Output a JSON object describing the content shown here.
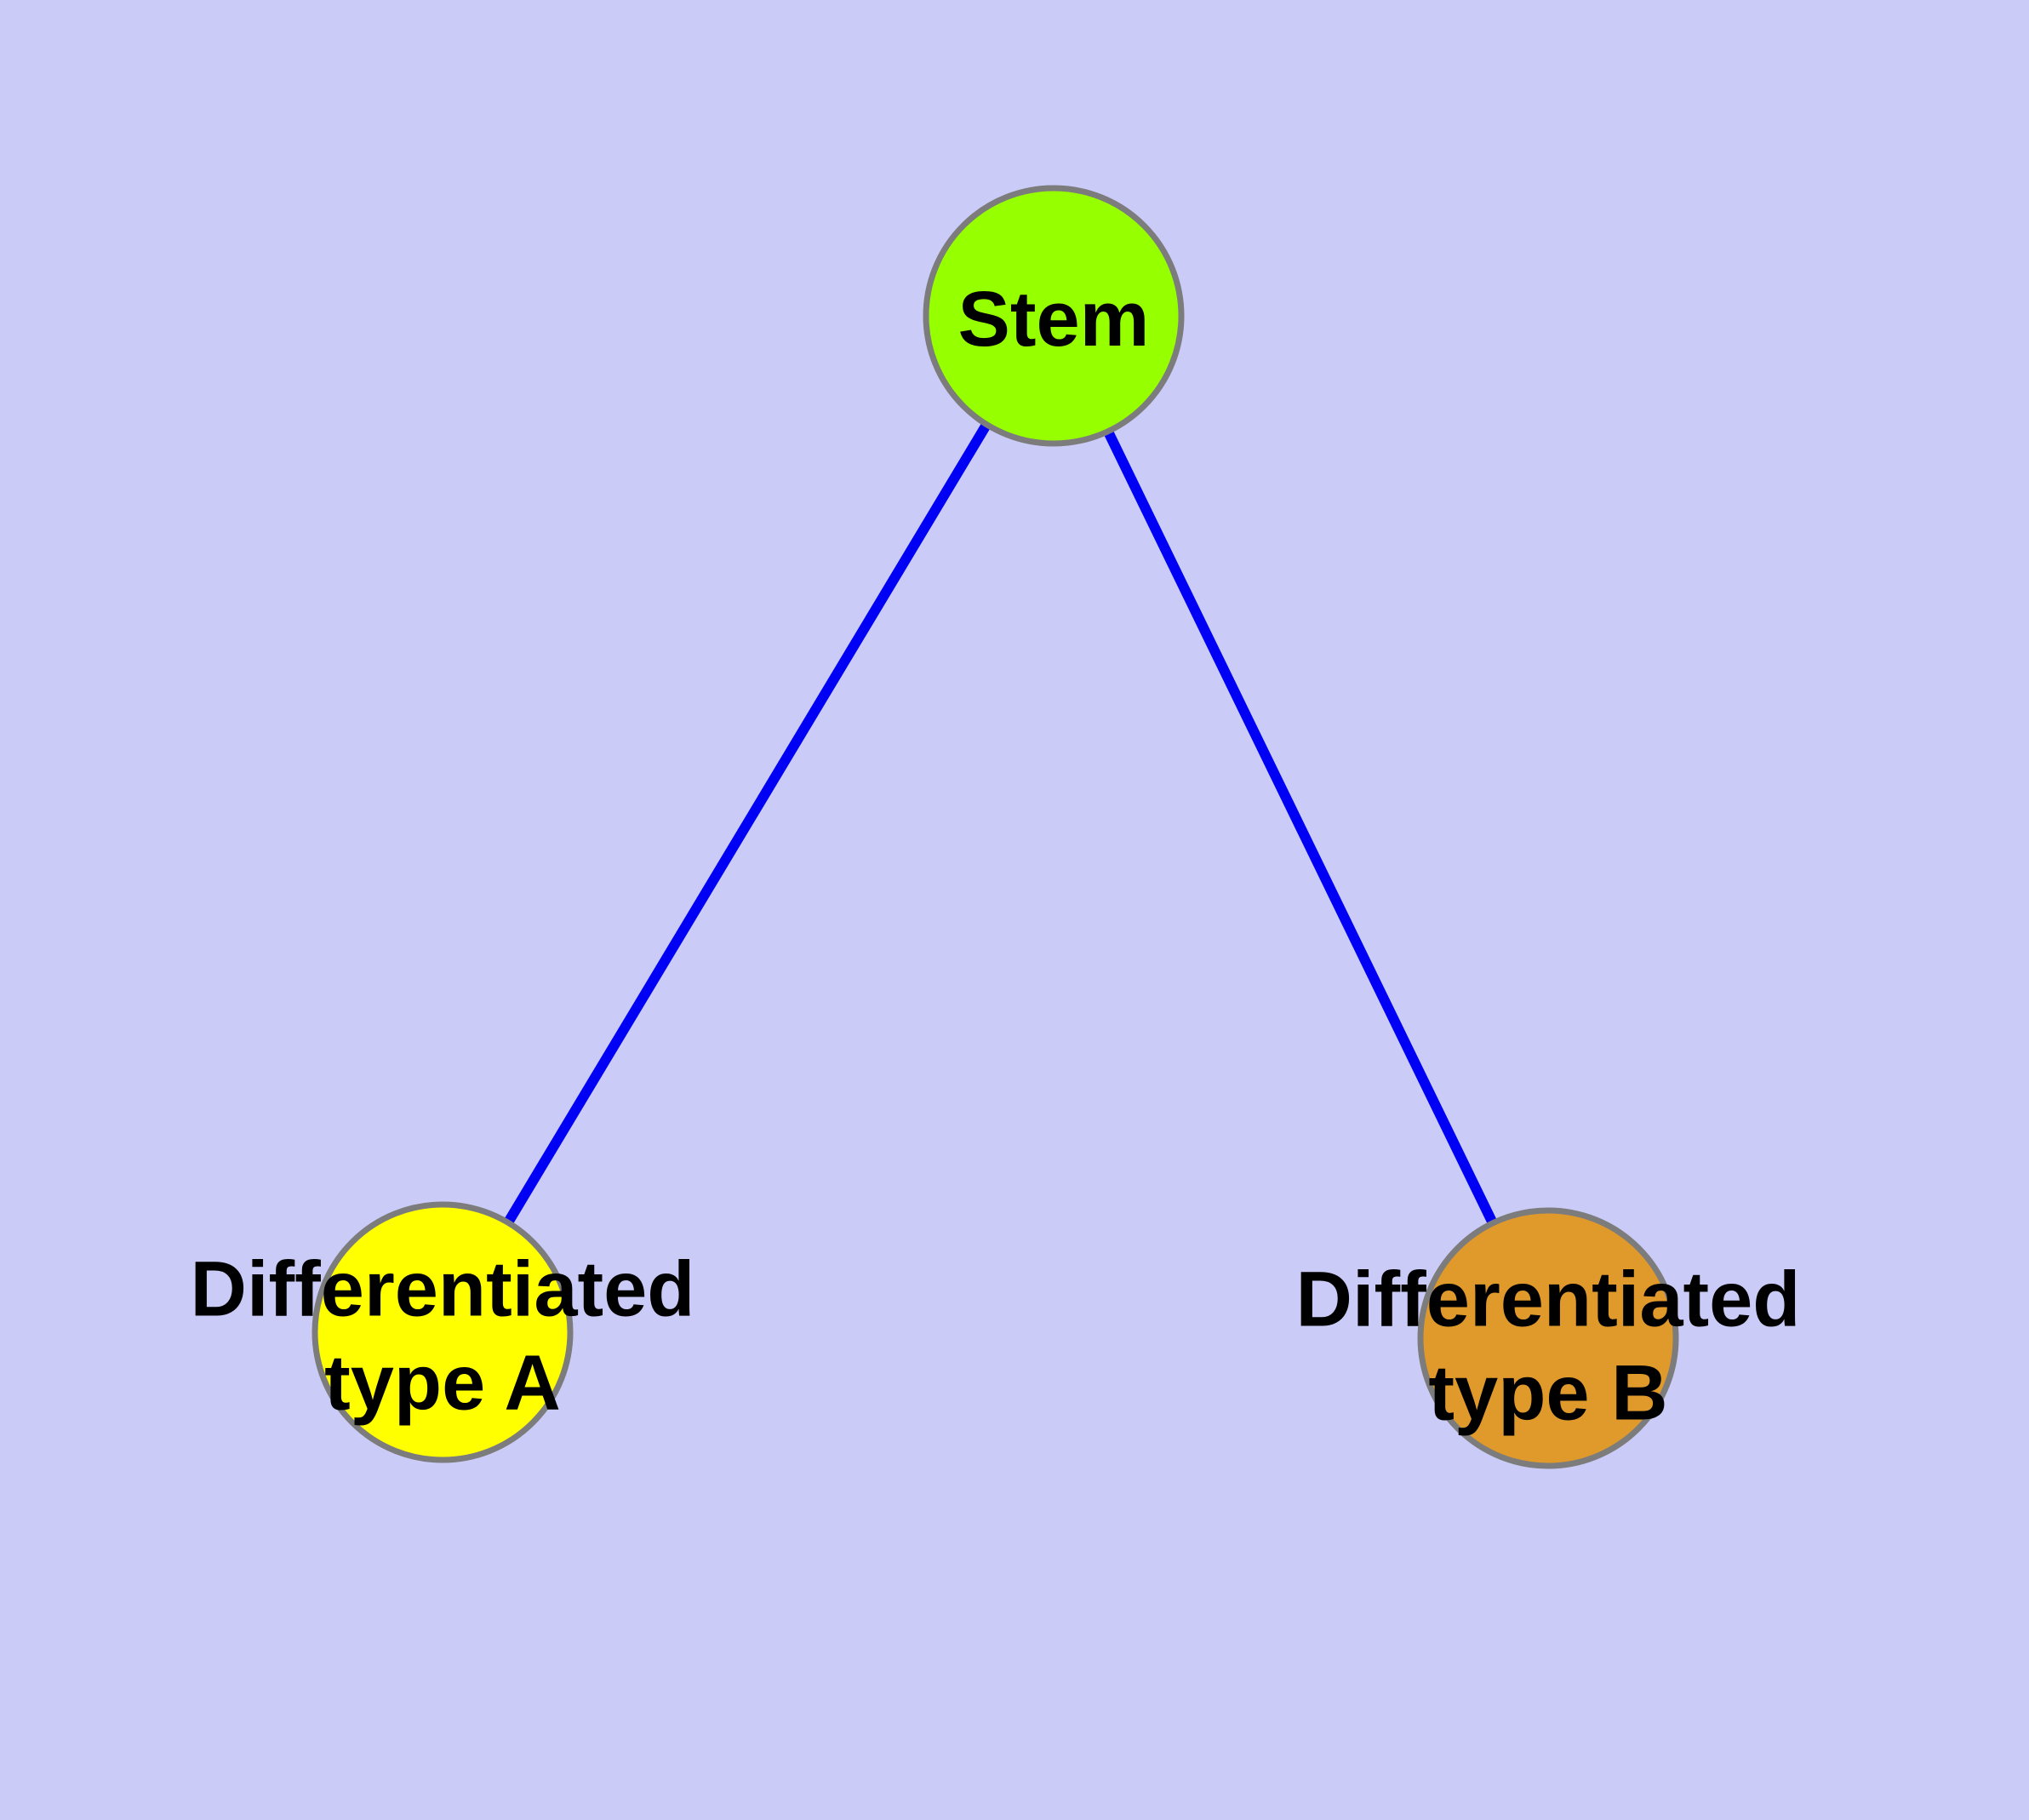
{
  "diagram": {
    "type": "graph",
    "background": "#cbcbf8",
    "edge_color": "#0000f5",
    "node_border_color": "#7c7c7c",
    "label_color": "#000000",
    "nodes": [
      {
        "id": "stem",
        "label": "Stem",
        "color": "#96ff00"
      },
      {
        "id": "type-a",
        "label": "Differentiated\ntype A",
        "color": "#ffff00"
      },
      {
        "id": "type-b",
        "label": "Differentiated\ntype B",
        "color": "#e0992b"
      }
    ],
    "edges": [
      {
        "from": "stem",
        "to": "type-a"
      },
      {
        "from": "stem",
        "to": "type-b"
      }
    ]
  }
}
